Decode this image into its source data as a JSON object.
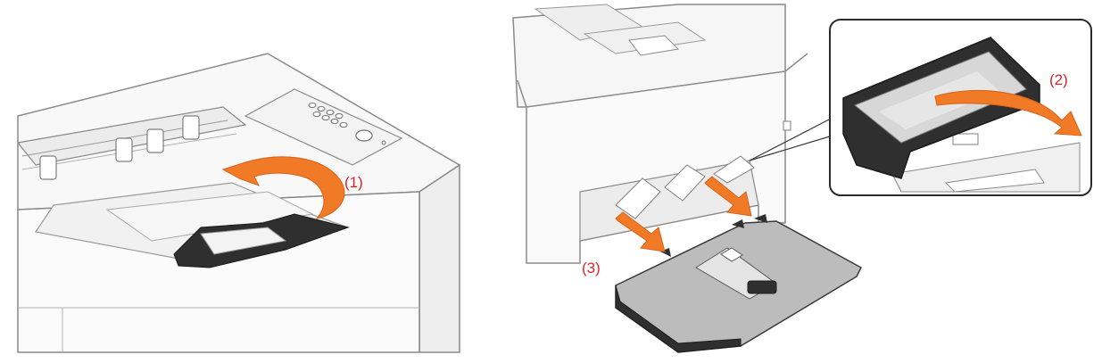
{
  "labels": {
    "step1": "(1)",
    "step2": "(2)",
    "step3": "(3)"
  },
  "colors": {
    "arrow": "#f07a25",
    "label": "#d8262b",
    "outline": "#8a8a8a",
    "dark_part": "#2f2f2f",
    "grey_part": "#b9b9b9"
  }
}
